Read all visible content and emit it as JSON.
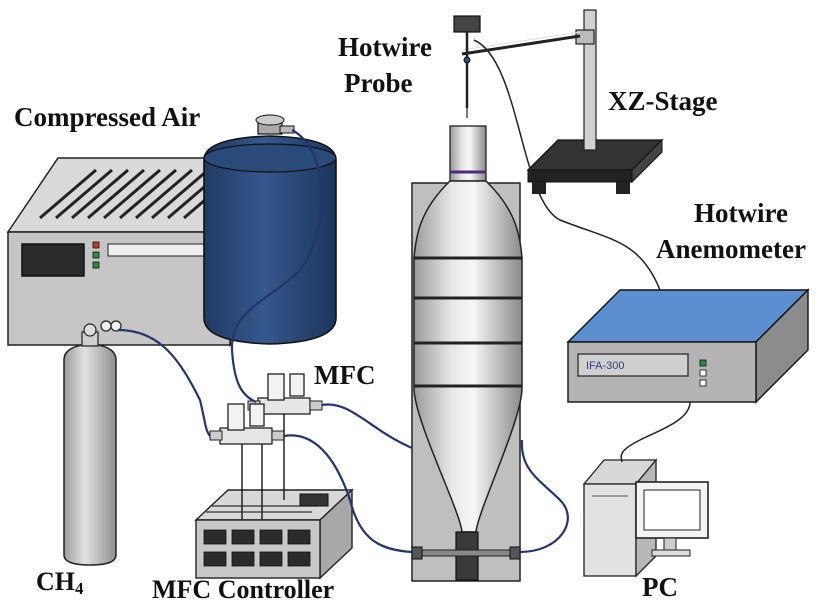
{
  "labels": {
    "compressed_air": "Compressed Air",
    "hotwire_probe_line1": "Hotwire",
    "hotwire_probe_line2": "Probe",
    "xz_stage": "XZ-Stage",
    "hotwire_anemometer_line1": "Hotwire",
    "hotwire_anemometer_line2": "Anemometer",
    "mfc": "MFC",
    "ch4_main": "CH",
    "ch4_sub": "4",
    "mfc_controller": "MFC Controller",
    "pc": "PC"
  },
  "anemometer": {
    "display_text": "IFA-300"
  },
  "colors": {
    "tank": "#2e4e7e",
    "tube": "#22356e",
    "anemometer_top": "#5b8fd0",
    "metal": "#c8c8c8",
    "dark": "#222222"
  }
}
